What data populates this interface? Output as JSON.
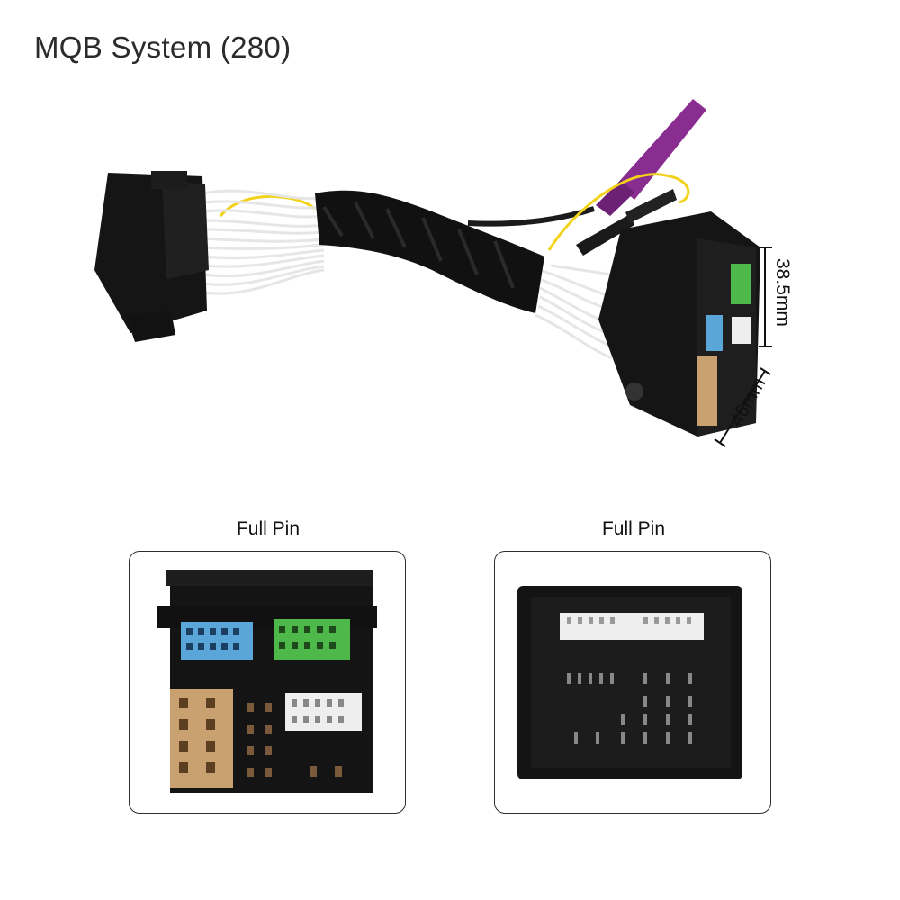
{
  "title": "MQB System (280)",
  "harness": {
    "dimension_height": "38.5mm",
    "dimension_width": "46mm"
  },
  "panels": [
    {
      "label": "Full Pin"
    },
    {
      "label": "Full Pin"
    }
  ],
  "colors": {
    "connector_body": "#151515",
    "wire_white": "#e9e9e9",
    "tape_black": "#111111",
    "antenna_purple": "#8a2d91",
    "wire_yellow": "#f2d21a",
    "pin_blue": "#5aa6d8",
    "pin_green": "#4fb84a",
    "pin_tan": "#c9a070",
    "pin_white": "#eeeeee"
  }
}
